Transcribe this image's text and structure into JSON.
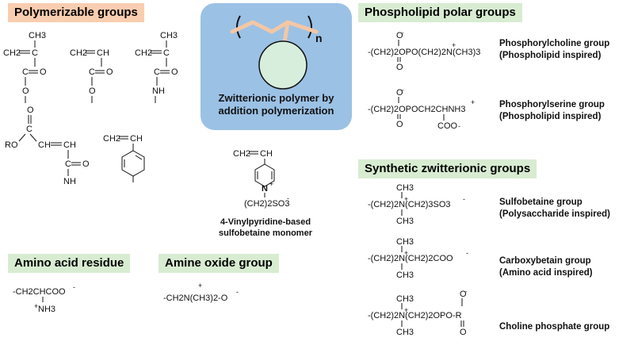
{
  "headers": {
    "polymerizable": "Polymerizable groups",
    "phospholipid": "Phospholipid polar groups",
    "synthetic": "Synthetic zwitterionic groups",
    "amino_acid": "Amino acid residue",
    "amine_oxide": "Amine oxide group"
  },
  "center": {
    "caption_line1": "Zwitterionic polymer by",
    "caption_line2": "addition polymerization",
    "subscript": "n"
  },
  "vinylpyridine": {
    "caption_line1": "4-Vinylpyridine-based",
    "caption_line2": "sulfobetaine monomer"
  },
  "phospholipid_groups": [
    {
      "name": "Phosphorylcholine group",
      "note": "(Phospholipid inspired)"
    },
    {
      "name": "Phosphorylserine group",
      "note": "(Phospholipid inspired)"
    }
  ],
  "synthetic_groups": [
    {
      "name": "Sulfobetaine group",
      "note": "(Polysaccharide inspired)"
    },
    {
      "name": "Carboxybetain group",
      "note": "(Amino acid inspired)"
    },
    {
      "name": "Choline phosphate group",
      "note": ""
    }
  ],
  "colors": {
    "orange_header": "#f9cdb0",
    "green_header": "#d8ecd2",
    "center_box": "#9bc1e5",
    "center_circle": "#d7eedd",
    "polymer_backbone": "#f3c7a5"
  }
}
